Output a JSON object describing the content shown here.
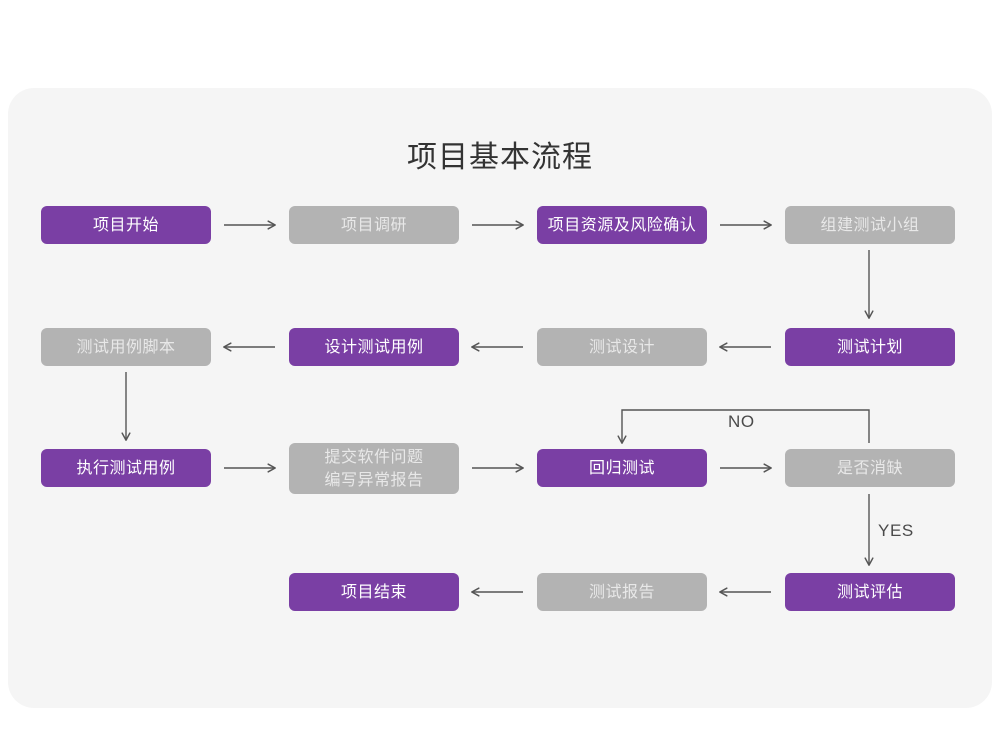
{
  "page": {
    "background": "#ffffff",
    "card_background": "#f5f5f5"
  },
  "title": "项目基本流程",
  "colors": {
    "purple": "#7a3fa4",
    "purple_text": "#ffffff",
    "gray": "#b3b3b3",
    "gray_text": "#e8e8e8",
    "arrow": "#555555",
    "title_text": "#333333",
    "label_text": "#4a4a4a"
  },
  "chart_data": {
    "type": "diagram",
    "title": "项目基本流程",
    "nodes": [
      {
        "id": "n1",
        "label": "项目开始",
        "style": "purple",
        "row": 1,
        "col": 1
      },
      {
        "id": "n2",
        "label": "项目调研",
        "style": "gray",
        "row": 1,
        "col": 2
      },
      {
        "id": "n3",
        "label": "项目资源及风险确认",
        "style": "purple",
        "row": 1,
        "col": 3
      },
      {
        "id": "n4",
        "label": "组建测试小组",
        "style": "gray",
        "row": 1,
        "col": 4
      },
      {
        "id": "n5",
        "label": "测试用例脚本",
        "style": "gray",
        "row": 2,
        "col": 1
      },
      {
        "id": "n6",
        "label": "设计测试用例",
        "style": "purple",
        "row": 2,
        "col": 2
      },
      {
        "id": "n7",
        "label": "测试设计",
        "style": "gray",
        "row": 2,
        "col": 3
      },
      {
        "id": "n8",
        "label": "测试计划",
        "style": "purple",
        "row": 2,
        "col": 4
      },
      {
        "id": "n9",
        "label": "执行测试用例",
        "style": "purple",
        "row": 3,
        "col": 1
      },
      {
        "id": "n10",
        "label": "提交软件问题\n编写异常报告",
        "style": "gray",
        "row": 3,
        "col": 2
      },
      {
        "id": "n11",
        "label": "回归测试",
        "style": "purple",
        "row": 3,
        "col": 3
      },
      {
        "id": "n12",
        "label": "是否消缺",
        "style": "gray",
        "row": 3,
        "col": 4
      },
      {
        "id": "n13",
        "label": "项目结束",
        "style": "purple",
        "row": 4,
        "col": 2
      },
      {
        "id": "n14",
        "label": "测试报告",
        "style": "gray",
        "row": 4,
        "col": 3
      },
      {
        "id": "n15",
        "label": "测试评估",
        "style": "purple",
        "row": 4,
        "col": 4
      }
    ],
    "edges": [
      {
        "from": "n1",
        "to": "n2",
        "dir": "right",
        "label": ""
      },
      {
        "from": "n2",
        "to": "n3",
        "dir": "right",
        "label": ""
      },
      {
        "from": "n3",
        "to": "n4",
        "dir": "right",
        "label": ""
      },
      {
        "from": "n4",
        "to": "n8",
        "dir": "down",
        "label": ""
      },
      {
        "from": "n8",
        "to": "n7",
        "dir": "left",
        "label": ""
      },
      {
        "from": "n7",
        "to": "n6",
        "dir": "left",
        "label": ""
      },
      {
        "from": "n6",
        "to": "n5",
        "dir": "left",
        "label": ""
      },
      {
        "from": "n5",
        "to": "n9",
        "dir": "down",
        "label": ""
      },
      {
        "from": "n9",
        "to": "n10",
        "dir": "right",
        "label": ""
      },
      {
        "from": "n10",
        "to": "n11",
        "dir": "right",
        "label": ""
      },
      {
        "from": "n11",
        "to": "n12",
        "dir": "right",
        "label": ""
      },
      {
        "from": "n12",
        "to": "n11",
        "dir": "loop-up-left",
        "label": "NO"
      },
      {
        "from": "n12",
        "to": "n15",
        "dir": "down",
        "label": "YES"
      },
      {
        "from": "n15",
        "to": "n14",
        "dir": "left",
        "label": ""
      },
      {
        "from": "n14",
        "to": "n13",
        "dir": "left",
        "label": ""
      }
    ],
    "edge_labels": [
      "NO",
      "YES"
    ]
  }
}
